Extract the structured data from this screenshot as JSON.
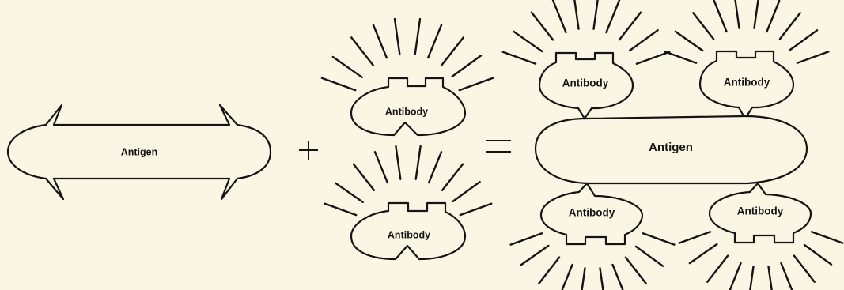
{
  "diagram": {
    "background": "#fbf6e4",
    "ink": "#141414",
    "left_antigen": {
      "label": "Antigen"
    },
    "free_antibodies": [
      {
        "label": "Antibody"
      },
      {
        "label": "Antibody"
      }
    ],
    "plus_sign": "+",
    "equals_sign": "=",
    "complex": {
      "antigen_label": "Antigen",
      "antibodies": [
        {
          "label": "Antibody"
        },
        {
          "label": "Antibody"
        },
        {
          "label": "Antibody"
        },
        {
          "label": "Antibody"
        }
      ]
    }
  }
}
